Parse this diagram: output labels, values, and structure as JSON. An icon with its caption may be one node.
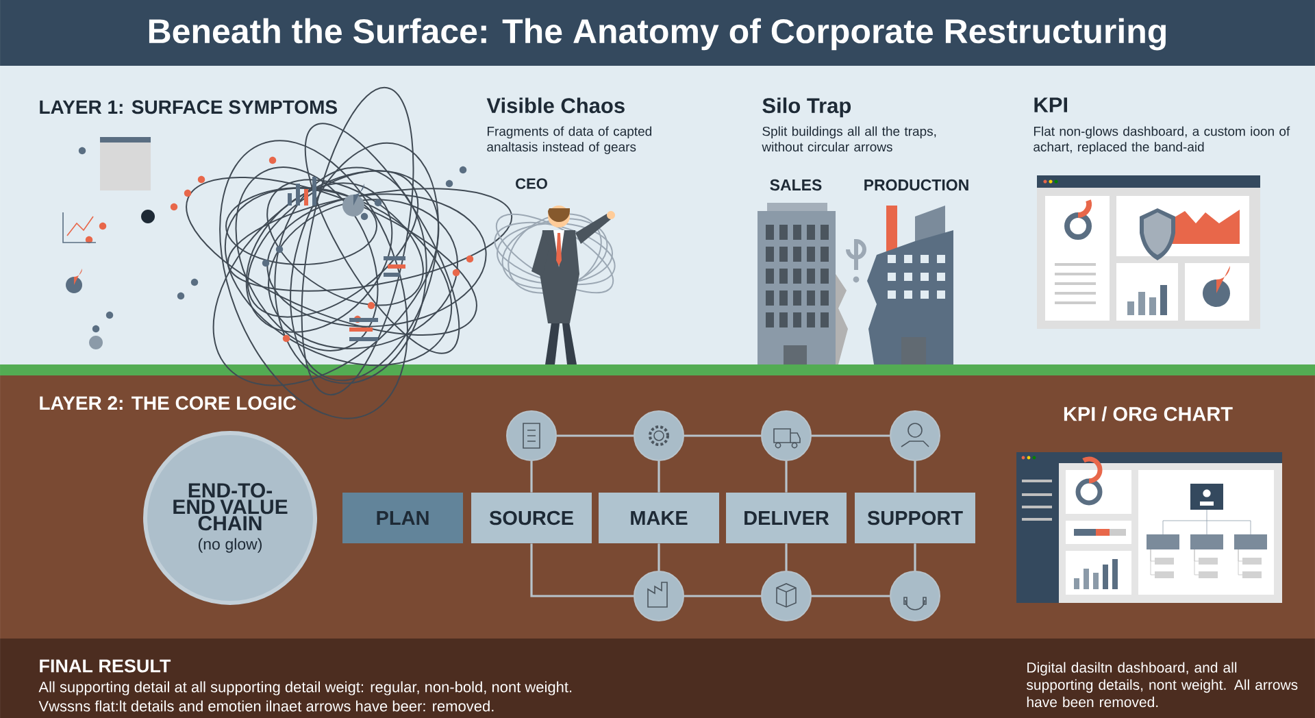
{
  "diagram": {
    "title": "Beneath the Surface: The Anatomy of Corporate Restructuring",
    "nodes": [
      {
        "text": [
          "END-TO-END VALUE CHAIN",
          "(no glow)"
        ]
      },
      {
        "text": [
          "PLAN"
        ]
      },
      {
        "text": [
          "SOURCE"
        ]
      },
      {
        "text": [
          "MAKE"
        ]
      },
      {
        "text": [
          "DELIVER"
        ]
      },
      {
        "text": [
          "SUPPORT"
        ]
      },
      {
        "text": [],
        "shape": "circle"
      },
      {
        "text": [],
        "shape": "circle"
      },
      {
        "text": [],
        "shape": "circle"
      },
      {
        "text": [],
        "shape": "circle"
      },
      {
        "text": [],
        "shape": "circle"
      },
      {
        "text": [],
        "shape": "circle"
      },
      {
        "text": [],
        "shape": "circle"
      }
    ],
    "edges": [
      {
        "from": 6,
        "to": 7,
        "arrow": "none"
      },
      {
        "from": 7,
        "to": 8,
        "arrow": "none"
      },
      {
        "from": 8,
        "to": 9,
        "arrow": "none"
      },
      {
        "from": 6,
        "to": 2,
        "arrow": "none"
      },
      {
        "from": 7,
        "to": 3,
        "arrow": "none"
      },
      {
        "from": 8,
        "to": 4,
        "arrow": "none"
      },
      {
        "from": 9,
        "to": 5,
        "arrow": "none"
      },
      {
        "from": 2,
        "to": 10,
        "arrow": "none"
      },
      {
        "from": 3,
        "to": 10,
        "arrow": "none"
      },
      {
        "from": 4,
        "to": 11,
        "arrow": "none"
      },
      {
        "from": 5,
        "to": 12,
        "arrow": "none"
      },
      {
        "from": 10,
        "to": 11,
        "arrow": "none"
      },
      {
        "from": 11,
        "to": 12,
        "arrow": "none"
      }
    ],
    "labels": [
      "LAYER 1: SURFACE SYMPTOMS",
      "Visible Chaos",
      "Fragments of data of capted analtasis instead of gears",
      "CEO",
      "Silo Trap",
      "Split buildings all all the traps, without circular arrows",
      "SALES",
      "PRODUCTION",
      "KPI",
      "Flat non-glows dashboard, a custom ioon of achart, replaced the band-aid",
      "LAYER 2: THE CORE LOGIC",
      "KPI / ORG CHART",
      "FINAL RESULT",
      "All supporting detail at all supporting detail weigt: regular, non-bold, nont weight.",
      "Vwssns flat:lt details and emotien ilnaet arrows have beer: removed.",
      "Digital dasiltn dashboard, and all supporting details, nont weight. All arrows have been removed."
    ]
  }
}
